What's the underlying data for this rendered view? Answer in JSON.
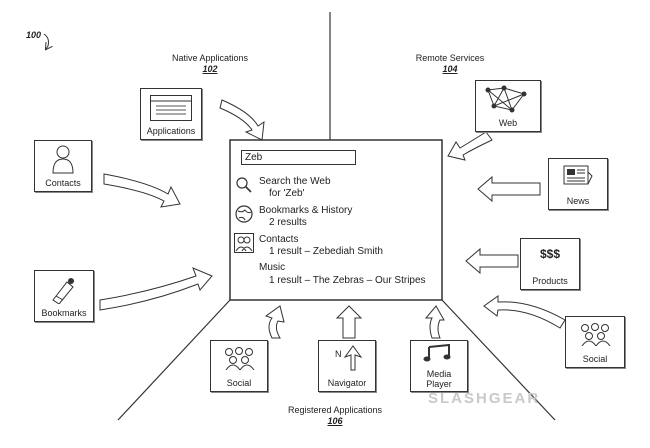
{
  "figure_ref": "100",
  "groups": {
    "native": {
      "label": "Native Applications",
      "number": "102"
    },
    "remote": {
      "label": "Remote Services",
      "number": "104"
    },
    "registered": {
      "label": "Registered Applications",
      "number": "106"
    }
  },
  "search": {
    "query": "Zeb",
    "results": [
      {
        "icon": "magnifier-icon",
        "line1": "Search the Web",
        "line2": "for 'Zeb'"
      },
      {
        "icon": "globe-icon",
        "line1": "Bookmarks & History",
        "line2": "2 results"
      },
      {
        "icon": "people-icon",
        "line1": "Contacts",
        "line2": "1 result – Zebediah Smith"
      },
      {
        "icon": "",
        "line1": "Music",
        "line2": "1 result – The Zebras – Our Stripes"
      }
    ]
  },
  "boxes": {
    "applications": {
      "label": "Applications",
      "icon": "window-icon"
    },
    "contacts": {
      "label": "Contacts",
      "icon": "person-icon"
    },
    "bookmarks": {
      "label": "Bookmarks",
      "icon": "bookmark-icon"
    },
    "web": {
      "label": "Web",
      "icon": "network-icon"
    },
    "news": {
      "label": "News",
      "icon": "newspaper-icon"
    },
    "products": {
      "label": "Products",
      "icon_text": "$$$"
    },
    "social_right": {
      "label": "Social",
      "icon": "group-icon"
    },
    "social_bottom": {
      "label": "Social",
      "icon": "group-icon"
    },
    "navigator": {
      "label": "Navigator",
      "icon_text": "N"
    },
    "media_player": {
      "label": "Media Player",
      "line1": "Media",
      "line2": "Player",
      "icon": "music-note-icon"
    }
  },
  "watermark": "SLASHGEAR"
}
